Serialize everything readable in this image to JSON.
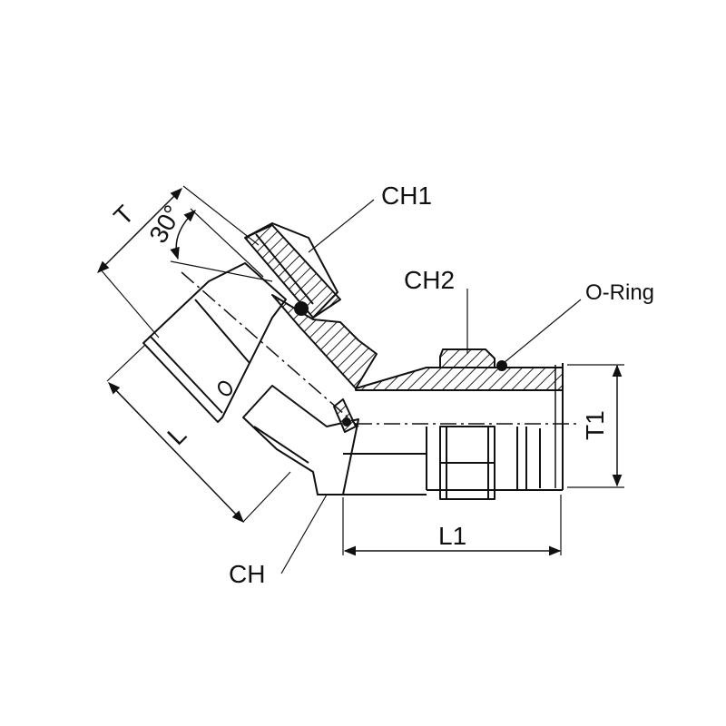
{
  "diagram": {
    "labels": {
      "t": "T",
      "angle": "30°",
      "ch1": "CH1",
      "ch2": "CH2",
      "oring": "O-Ring",
      "t1": "T1",
      "l": "L",
      "l1": "L1",
      "ch": "CH"
    },
    "colors": {
      "stroke": "#111111",
      "hatch": "#222222",
      "background": "#ffffff"
    }
  }
}
